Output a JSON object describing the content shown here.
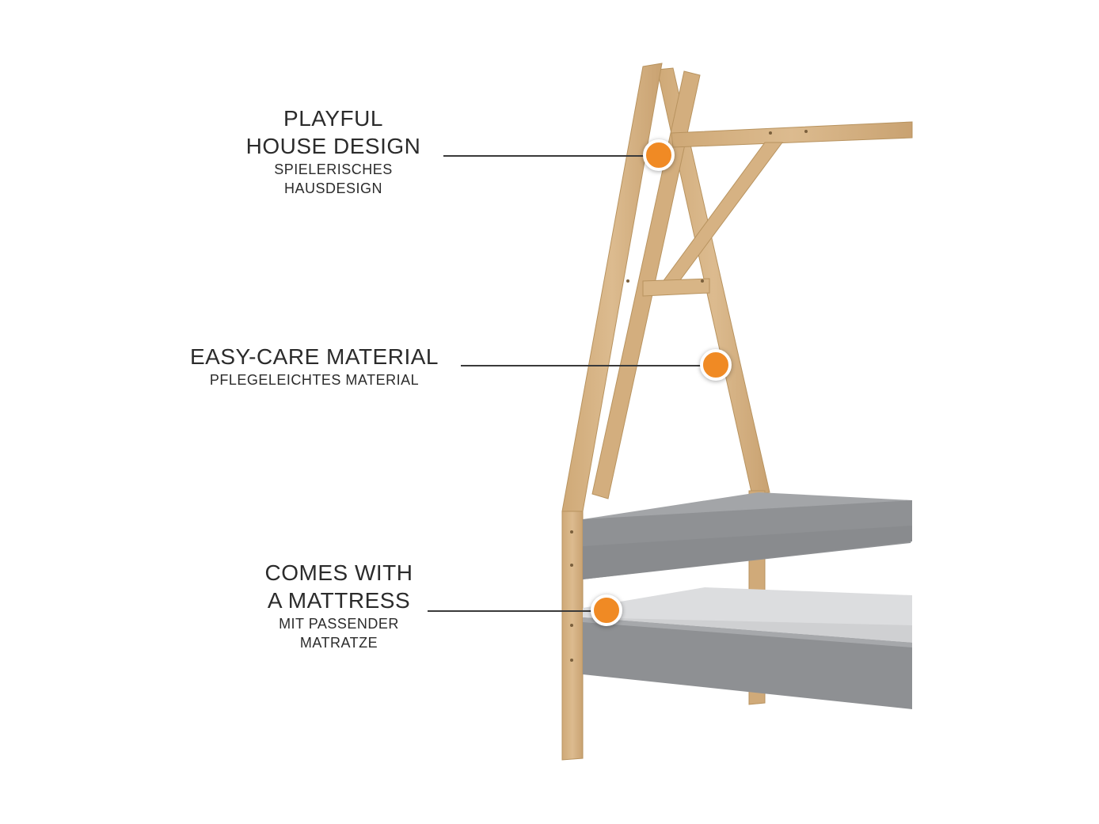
{
  "features": [
    {
      "title": "PLAYFUL\nHOUSE DESIGN",
      "subtitle": "SPIELERISCHES\nHAUSDESIGN"
    },
    {
      "title": "EASY-CARE MATERIAL",
      "subtitle": "PFLEGELEICHTES MATERIAL"
    },
    {
      "title": "COMES WITH\nA MATTRESS",
      "subtitle": "MIT PASSENDER\nMATRATZE"
    }
  ],
  "colors": {
    "marker": "#f08a24",
    "wood": "#d7b487",
    "frame": "#8f9194",
    "mattress": "#dcdddf"
  },
  "illustration": "tipi-house-bed"
}
